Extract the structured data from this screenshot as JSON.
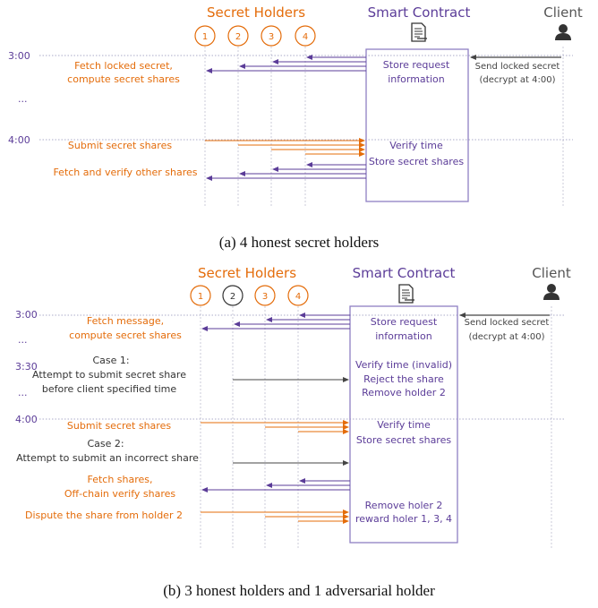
{
  "colors": {
    "orange": "#e46c0a",
    "purple": "#5b3c98",
    "gray": "#555555",
    "dark": "#333333",
    "guide": "#c6c6d6",
    "dotted": "#9090b8"
  },
  "icons": {
    "contract": "document-icon",
    "client": "person-icon"
  },
  "diagram_a": {
    "header_holders": "Secret Holders",
    "header_contract": "Smart Contract",
    "header_client": "Client",
    "holders": [
      "1",
      "2",
      "3",
      "4"
    ],
    "times": [
      "3:00",
      "...",
      "4:00"
    ],
    "left_notes": [
      "Fetch locked secret,",
      "compute secret shares",
      "Submit secret shares",
      "Fetch and verify other shares"
    ],
    "contract_notes": [
      "Store request",
      "information",
      "Verify time",
      "Store secret shares"
    ],
    "client_notes": [
      "Send locked secret",
      "(decrypt at 4:00)"
    ],
    "caption": "(a) 4 honest secret holders"
  },
  "diagram_b": {
    "header_holders": "Secret Holders",
    "header_contract": "Smart Contract",
    "header_client": "Client",
    "holders": [
      "1",
      "2",
      "3",
      "4"
    ],
    "times": [
      "3:00",
      "...",
      "3:30",
      "...",
      "4:00"
    ],
    "left_notes": [
      "Fetch message,",
      "compute secret shares",
      "Case 1:",
      "Attempt to submit secret share",
      "before client specified time",
      "Submit secret shares",
      "Case 2:",
      "Attempt to submit an incorrect share",
      "Fetch shares,",
      "Off-chain verify shares",
      "Dispute the share from holder 2"
    ],
    "contract_notes": [
      "Store request",
      "information",
      "Verify time (invalid)",
      "Reject the share",
      "Remove holder 2",
      "Verify time",
      "Store secret shares",
      "Remove holer 2",
      "reward holer 1, 3, 4"
    ],
    "client_notes": [
      "Send locked secret",
      "(decrypt at 4:00)"
    ],
    "caption": "(b) 3 honest holders and 1 adversarial holder"
  }
}
